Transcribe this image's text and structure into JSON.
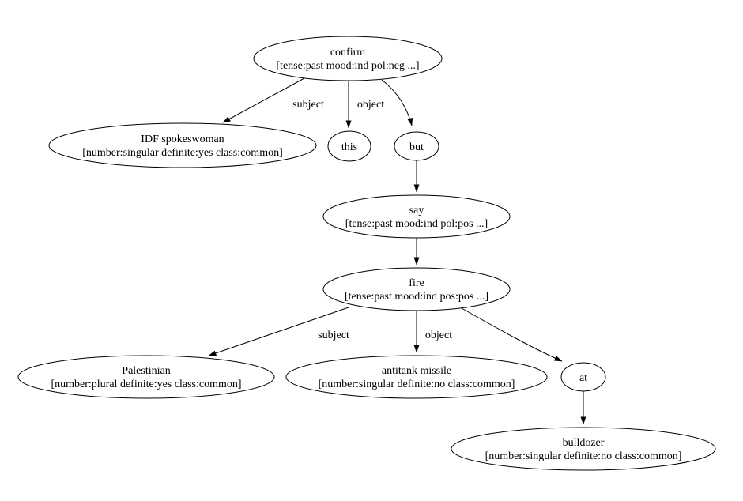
{
  "diagram": {
    "kind": "dependency-parse-graph",
    "background": "#ffffff",
    "stroke_color": "#000000",
    "nodes": {
      "confirm": {
        "label": "confirm",
        "features": "[tense:past mood:ind pol:neg ...]"
      },
      "idf_spokeswoman": {
        "label": "IDF spokeswoman",
        "features": "[number:singular definite:yes class:common]"
      },
      "this": {
        "label": "this"
      },
      "but": {
        "label": "but"
      },
      "say": {
        "label": "say",
        "features": "[tense:past mood:ind pol:pos ...]"
      },
      "fire": {
        "label": "fire",
        "features": "[tense:past mood:ind pos:pos ...]"
      },
      "palestinian": {
        "label": "Palestinian",
        "features": "[number:plural definite:yes class:common]"
      },
      "antitank_missile": {
        "label": "antitank missile",
        "features": "[number:singular definite:no class:common]"
      },
      "at": {
        "label": "at"
      },
      "bulldozer": {
        "label": "bulldozer",
        "features": "[number:singular definite:no class:common]"
      }
    },
    "edges": [
      {
        "from": "confirm",
        "to": "IDF spokeswoman",
        "label": "subject"
      },
      {
        "from": "confirm",
        "to": "this",
        "label": "object"
      },
      {
        "from": "confirm",
        "to": "but",
        "label": ""
      },
      {
        "from": "but",
        "to": "say",
        "label": ""
      },
      {
        "from": "say",
        "to": "fire",
        "label": ""
      },
      {
        "from": "fire",
        "to": "Palestinian",
        "label": "subject"
      },
      {
        "from": "fire",
        "to": "antitank missile",
        "label": "object"
      },
      {
        "from": "fire",
        "to": "at",
        "label": ""
      },
      {
        "from": "at",
        "to": "bulldozer",
        "label": ""
      }
    ]
  }
}
